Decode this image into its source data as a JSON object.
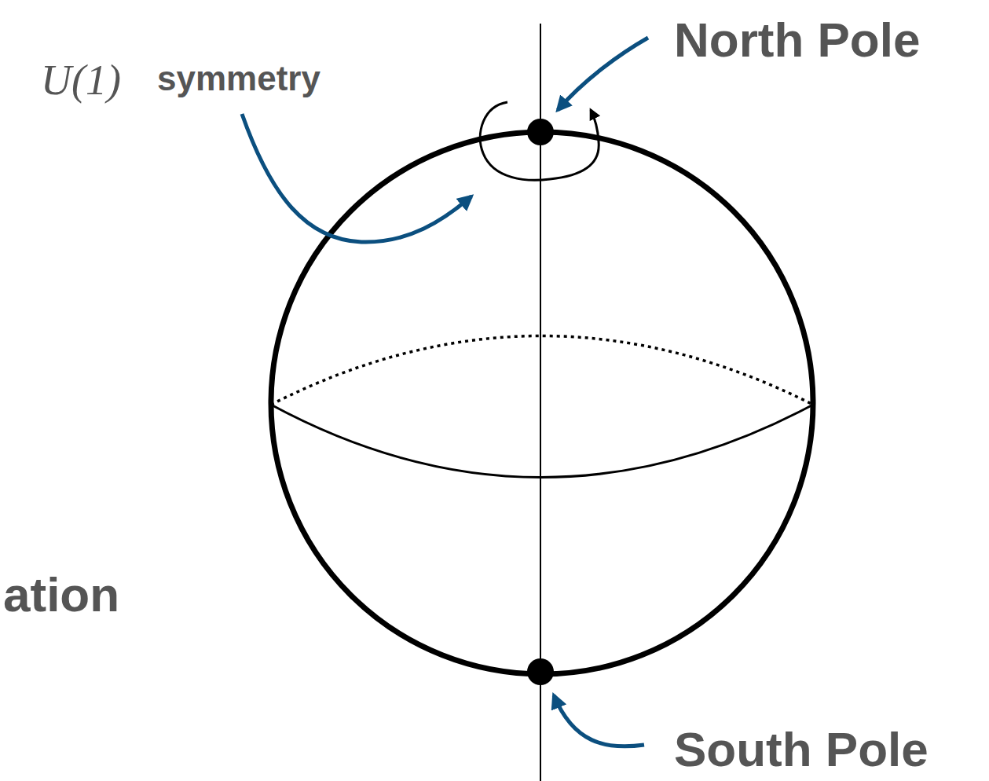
{
  "diagram": {
    "labels": [
      "U(1)",
      "symmetry",
      "North Pole",
      "South Pole",
      "ation"
    ]
  }
}
